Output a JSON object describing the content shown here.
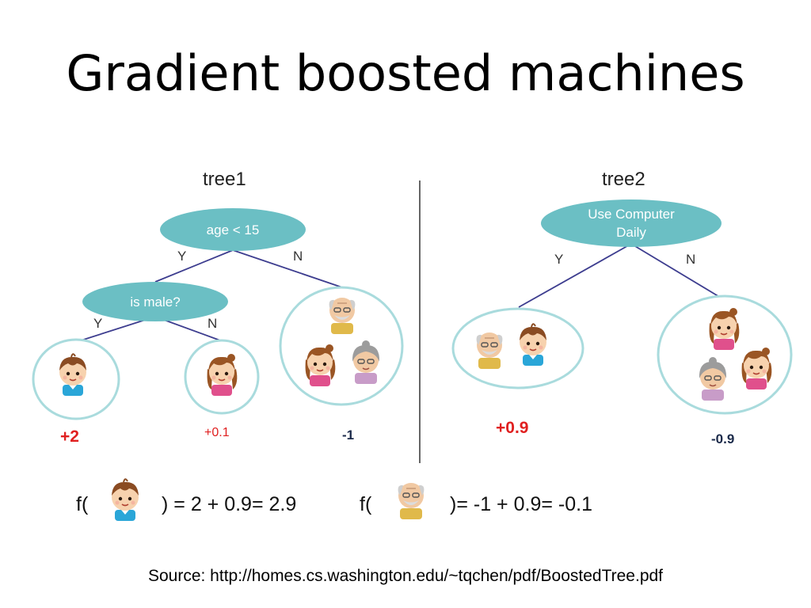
{
  "slide": {
    "title": "Gradient boosted machines",
    "source": "Source: http://homes.cs.washington.edu/~tqchen/pdf/BoostedTree.pdf"
  },
  "tree1": {
    "title": "tree1",
    "root_label": "age < 15",
    "child_label": "is male?",
    "edge_yes": "Y",
    "edge_no": "N",
    "leaf_values": [
      "+2",
      "+0.1",
      "-1"
    ]
  },
  "tree2": {
    "title": "tree2",
    "root_label_line1": "Use Computer",
    "root_label_line2": "Daily",
    "edge_yes": "Y",
    "edge_no": "N",
    "leaf_values": [
      "+0.9",
      "-0.9"
    ]
  },
  "formulas": {
    "left_open": "f(",
    "left_rest": ") = 2 + 0.9= 2.9",
    "right_open": "f(",
    "right_rest": ")= -1 + 0.9= -0.1"
  },
  "colors": {
    "node_fill": "#6bbfc4",
    "leaf_ring": "#a9dbdd",
    "edge_line": "#3d3d8f",
    "positive": "#e02020",
    "negative": "#1b2a4a"
  }
}
